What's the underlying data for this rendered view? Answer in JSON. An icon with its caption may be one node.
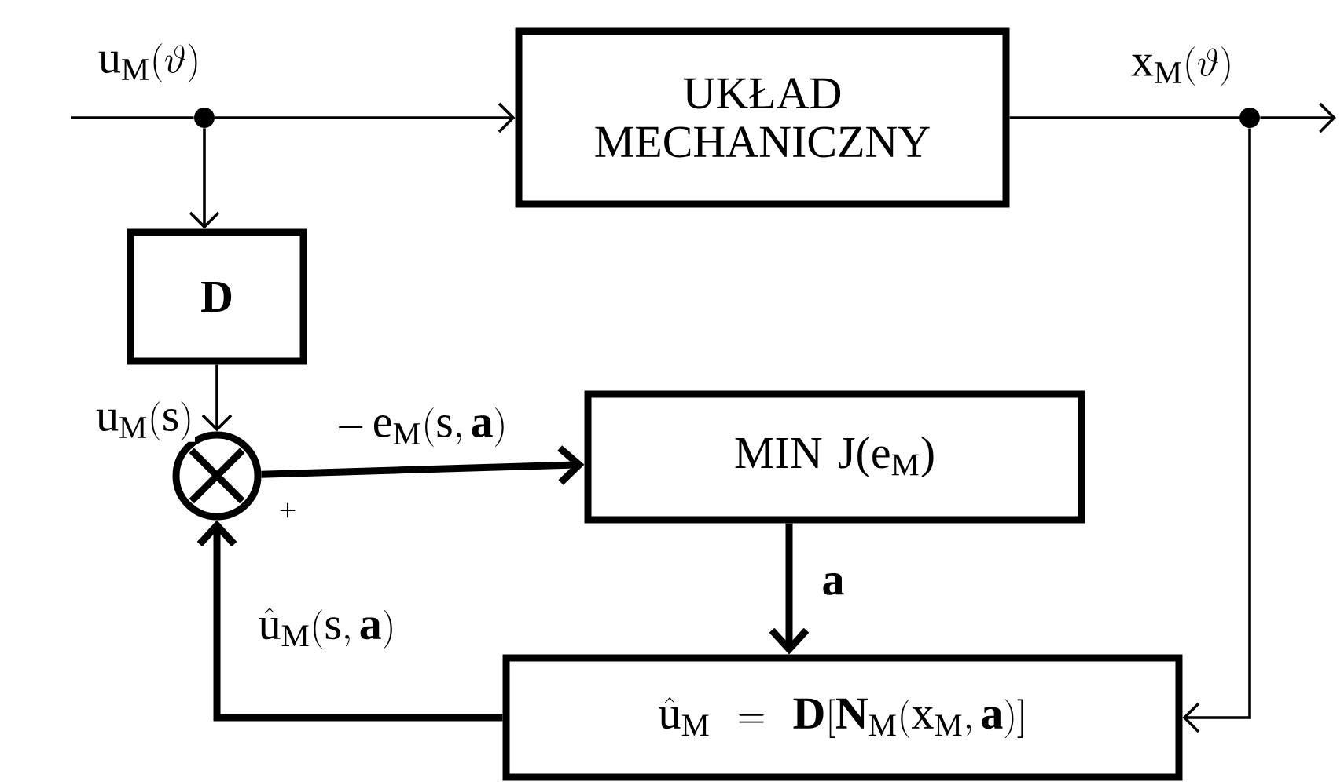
{
  "diagram": {
    "nodes": [
      {
        "text": [
          "UKŁAD MECHANICZNY"
        ]
      },
      {
        "text": [
          "\\mathbf{D}"
        ]
      },
      {
        "text": [],
        "shape": "circle"
      },
      {
        "text": [
          "MIN J(e$_{M}$)"
        ]
      },
      {
        "text": [
          "\\hat{\\mathrm{u}}_{\\mathrm{M}} = \\mathbf{D}[\\mathbf{N}_{\\mathrm{M}}(\\mathrm{x}_{\\mathrm{M}},\\mathbf{a})]"
        ]
      },
      {
        "text": [],
        "shape": "dot"
      },
      {
        "text": [],
        "shape": "dot"
      }
    ],
    "edges": [
      {
        "from": null,
        "to": 5,
        "arrow": "none",
        "label": "\\mathrm{u}_{\\mathrm{M}}(\\vartheta)"
      },
      {
        "from": 5,
        "to": 0,
        "arrow": "to"
      },
      {
        "from": 5,
        "to": 1,
        "arrow": "to"
      },
      {
        "from": 0,
        "to": 6,
        "arrow": "none",
        "label": "\\mathrm{x}_{\\mathrm{M}}(\\vartheta)"
      },
      {
        "from": 6,
        "to": null,
        "arrow": "to"
      },
      {
        "from": 6,
        "to": 4,
        "arrow": "to"
      },
      {
        "from": 1,
        "to": 2,
        "arrow": "to",
        "label": "\\mathrm{u}_{\\mathrm{M}}(\\mathrm{s})"
      },
      {
        "from": 2,
        "to": 3,
        "arrow": "to",
        "style": "thick",
        "label": "-\\,\\mathrm{e}_{\\mathrm{M}}(\\mathrm{s},\\mathbf{a})"
      },
      {
        "from": 3,
        "to": 4,
        "arrow": "to",
        "style": "thick",
        "label": "\\mathbf{a}"
      },
      {
        "from": 4,
        "to": 2,
        "arrow": "to",
        "style": "thick",
        "label": "\\hat{\\mathrm{u}}_{\\mathrm{M}}(\\mathrm{s},\\mathbf{a})"
      }
    ],
    "labels": [
      "+"
    ]
  }
}
